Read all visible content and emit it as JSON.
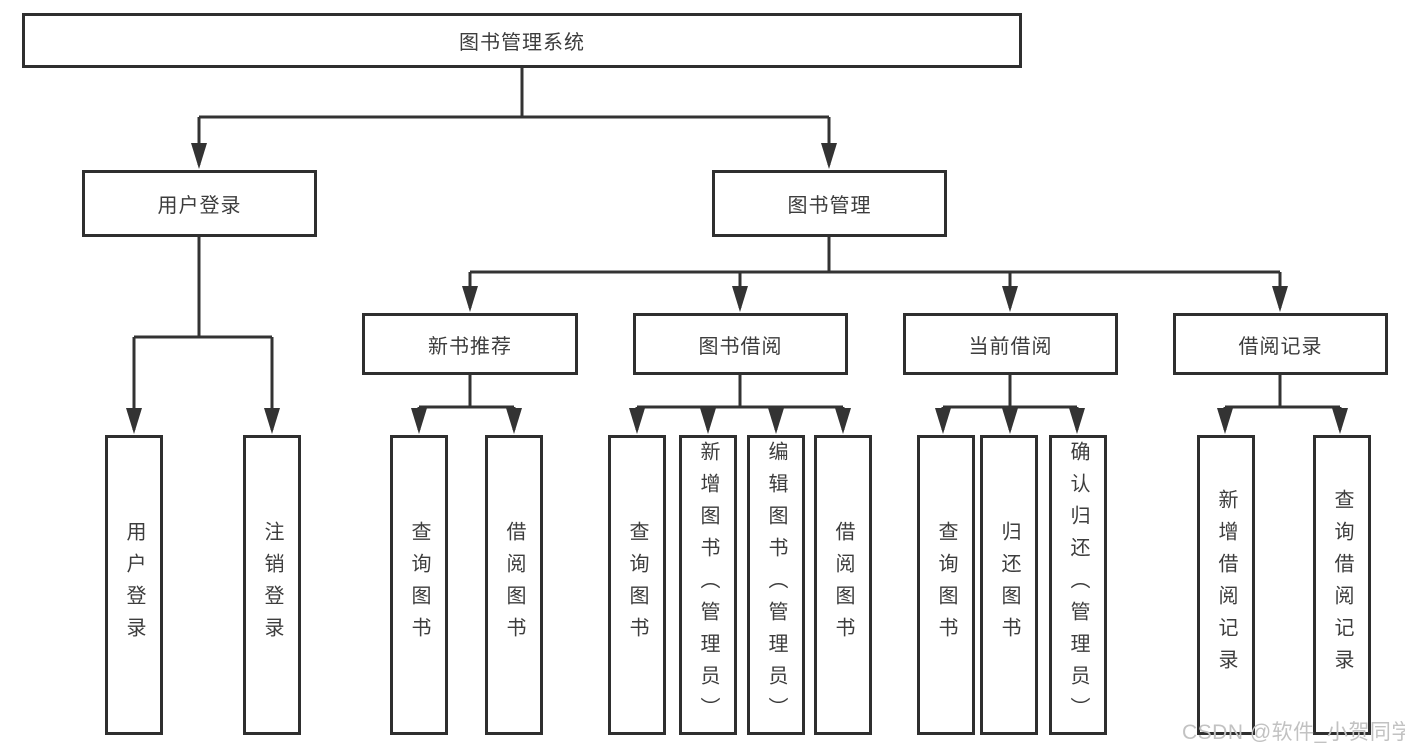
{
  "tree": {
    "root": "图书管理系统",
    "branches": [
      {
        "label": "用户登录",
        "children": [
          "用户登录",
          "注销登录"
        ]
      },
      {
        "label": "图书管理",
        "groups": [
          {
            "label": "新书推荐",
            "children": [
              "查询图书",
              "借阅图书"
            ]
          },
          {
            "label": "图书借阅",
            "children": [
              "查询图书",
              "新增图书（管理员）",
              "编辑图书（管理员）",
              "借阅图书"
            ]
          },
          {
            "label": "当前借阅",
            "children": [
              "查询图书",
              "归还图书",
              "确认归还（管理员）"
            ]
          },
          {
            "label": "借阅记录",
            "children": [
              "新增借阅记录",
              "查询借阅记录"
            ]
          }
        ]
      }
    ]
  },
  "watermark": {
    "text": "CSDN @软件_小贺同学"
  },
  "colors": {
    "line": "#333333",
    "text": "#3d3d3d",
    "background": "#ffffff",
    "watermark": "#c2c2c2"
  }
}
